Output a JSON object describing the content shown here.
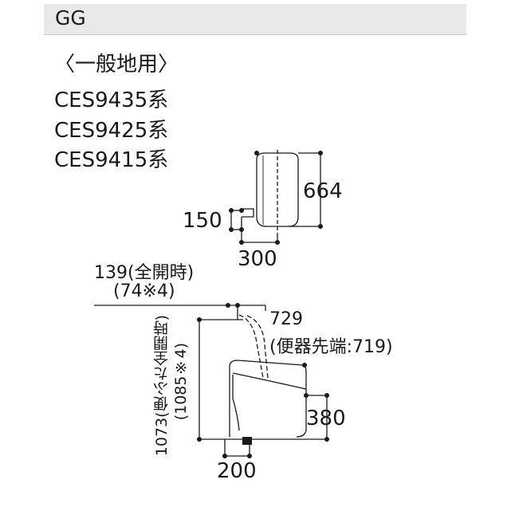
{
  "header": {
    "title": "GG"
  },
  "spec": {
    "category": "〈一般地用〉",
    "models": [
      "CES9435系",
      "CES9425系",
      "CES9415系"
    ]
  },
  "top_view": {
    "height": "664",
    "offset": "150",
    "width": "300"
  },
  "side_view": {
    "lid_open": "139(全開時)",
    "lid_open_note": "(74※4)",
    "depth": "729",
    "depth_note": "(便器先端:719)",
    "total_height": "1073(便ふた全開時)",
    "total_height_note": "(1085※4)",
    "seat_height": "380",
    "drain": "200"
  }
}
